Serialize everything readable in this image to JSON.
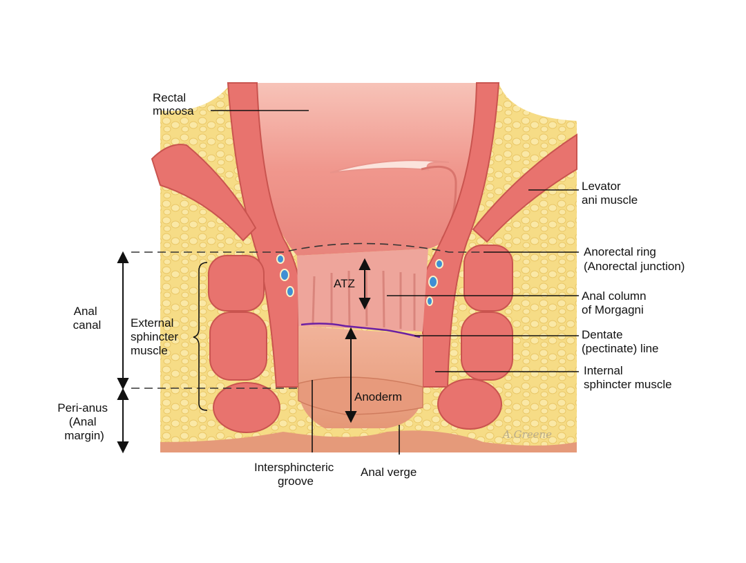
{
  "labels": {
    "rectal_mucosa": [
      "Rectal",
      "mucosa"
    ],
    "levator_ani": [
      "Levator",
      "ani muscle"
    ],
    "anorectal_ring": [
      "Anorectal ring",
      "(Anorectal junction)"
    ],
    "anal_column": [
      "Anal column",
      "of Morgagni"
    ],
    "dentate_line": [
      "Dentate",
      "(pectinate) line"
    ],
    "internal_sphincter": [
      "Internal",
      "sphincter muscle"
    ],
    "anal_canal": [
      "Anal",
      "canal"
    ],
    "external_sphincter": [
      "External",
      "sphincter",
      "muscle"
    ],
    "peri_anus": [
      "Peri-anus",
      "(Anal",
      "margin)"
    ],
    "atz": "ATZ",
    "anoderm": "Anoderm",
    "intersphincteric_groove": [
      "Intersphincteric",
      "groove"
    ],
    "anal_verge": "Anal verge"
  },
  "signature": "A.Greene",
  "colors": {
    "fat": "#f6dc86",
    "muscle": "#e8736e",
    "mucosa": "#f2a49b",
    "anoderm": "#eaa485",
    "dentate": "#6b1fa3"
  }
}
